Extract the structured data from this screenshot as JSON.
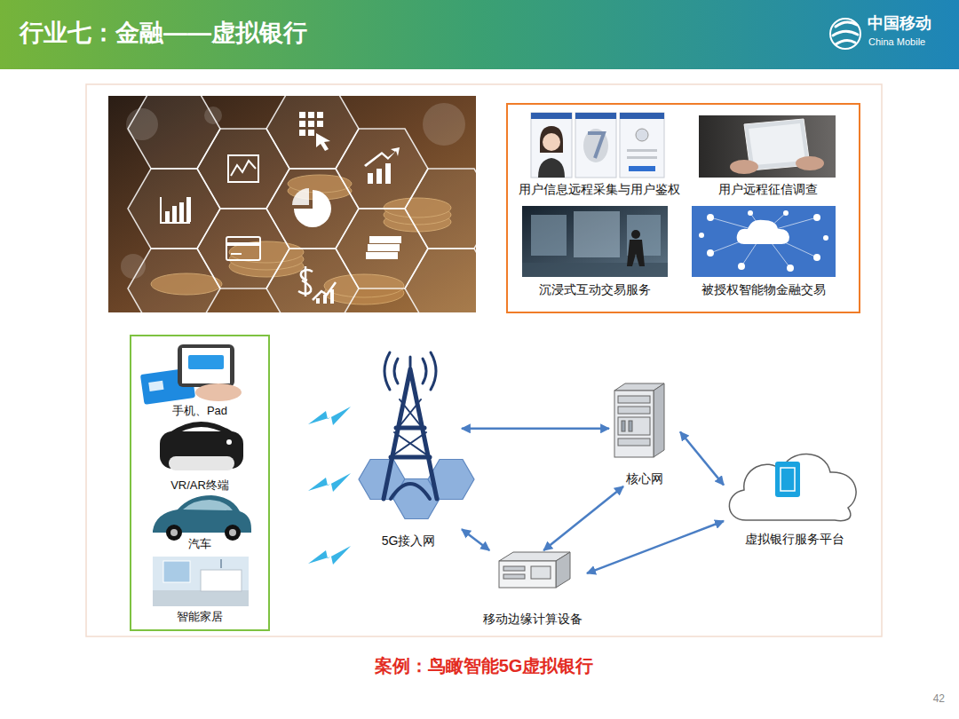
{
  "diagram": {
    "title": "行业七：金融——虚拟银行",
    "caption": "案例：鸟瞰智能5G虚拟银行",
    "nodes": [
      {
        "text": [
          "手机、Pad"
        ]
      },
      {
        "text": [
          "VR/AR终端"
        ]
      },
      {
        "text": [
          "汽车"
        ]
      },
      {
        "text": [
          "智能家居"
        ]
      },
      {
        "text": [
          "5G接入网"
        ]
      },
      {
        "text": [
          "核心网"
        ]
      },
      {
        "text": [
          "虚拟银行服务平台"
        ]
      },
      {
        "text": [
          "移动边缘计算设备"
        ]
      }
    ],
    "edges": [
      {
        "from": 4,
        "to": 5,
        "arrow": "both"
      },
      {
        "from": 4,
        "to": 7,
        "arrow": "both"
      },
      {
        "from": 7,
        "to": 5,
        "arrow": "both"
      },
      {
        "from": 5,
        "to": 6,
        "arrow": "both"
      },
      {
        "from": 7,
        "to": 6,
        "arrow": "both"
      }
    ],
    "labels": [
      "中国移动",
      "China Mobile",
      "用户信息远程采集与用户鉴权",
      "用户远程征信调查",
      "沉浸式互动交易服务",
      "被授权智能物金融交易",
      "42"
    ]
  }
}
